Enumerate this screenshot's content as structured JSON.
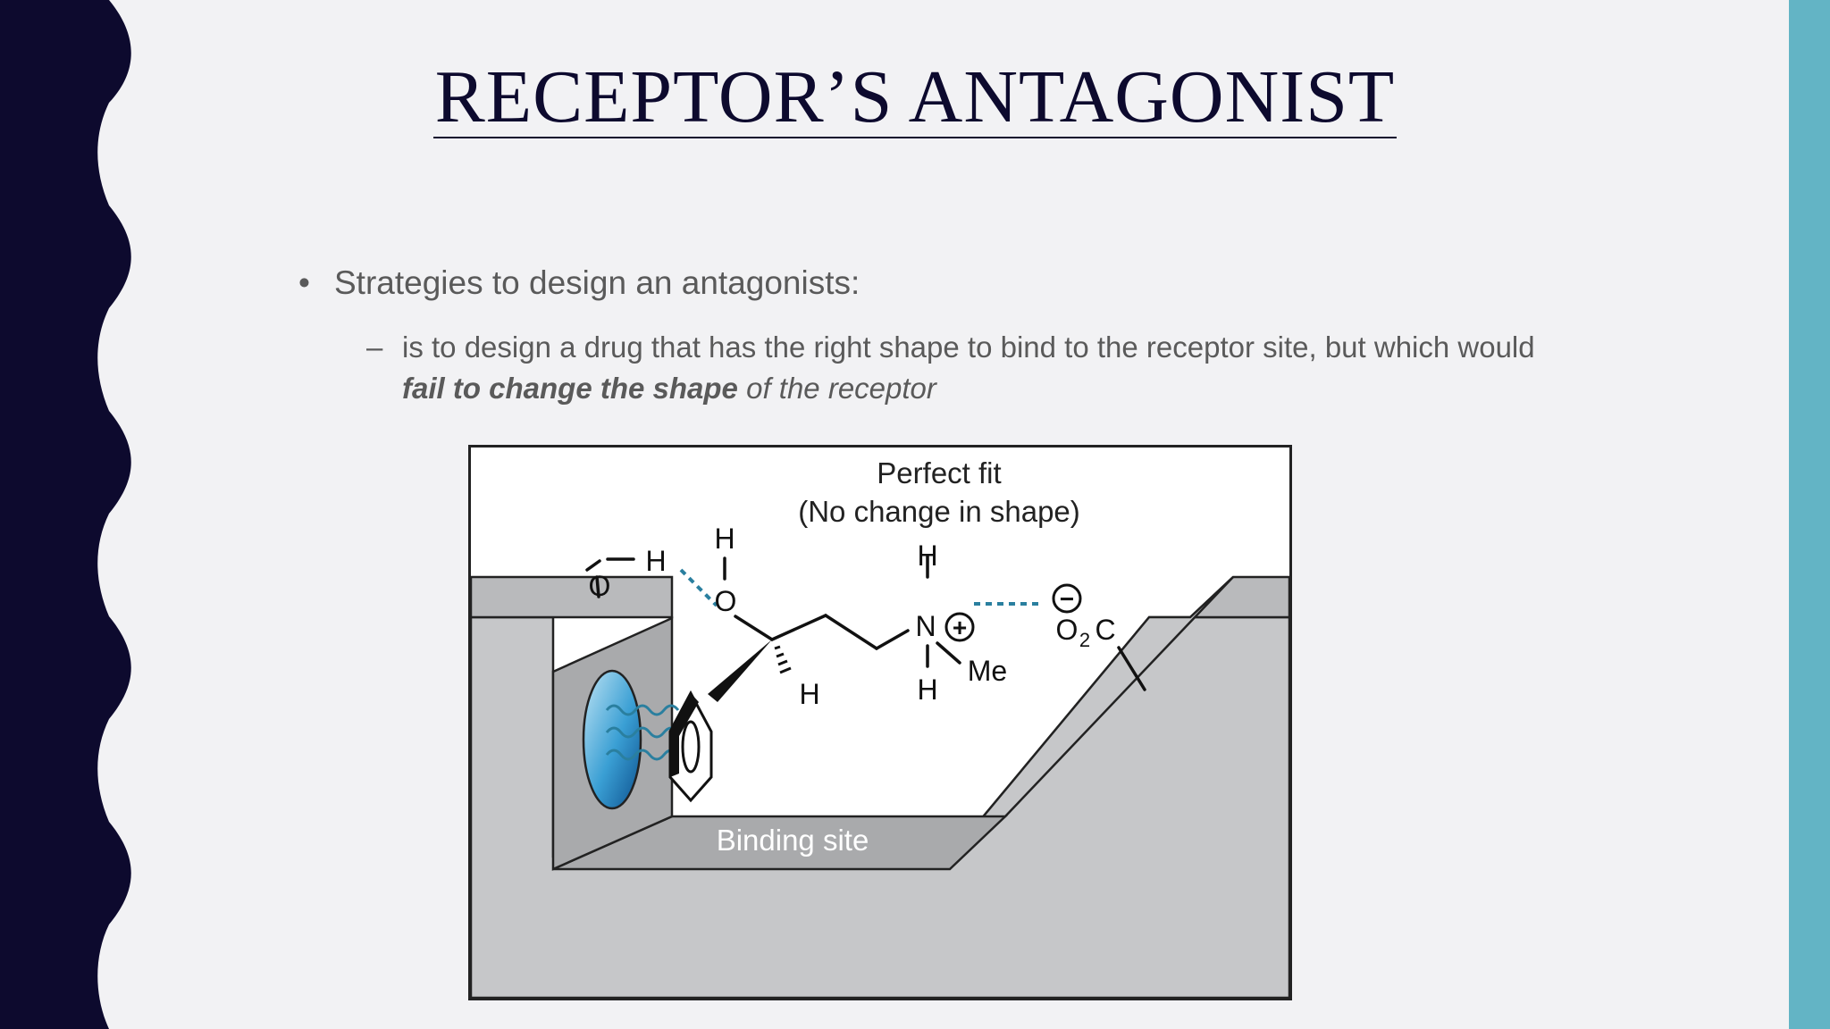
{
  "slide": {
    "title": "RECEPTOR’S ANTAGONIST",
    "bullet_1": "Strategies to design an antagonists:",
    "bullet_1_mark": "•",
    "bullet_2_mark": "–",
    "bullet_2_text": "is to design a drug that has the right shape to bind to the receptor site, but which would",
    "bullet_2_emphasis": "fail to change the shape",
    "bullet_2_tail": "of the receptor"
  },
  "diagram": {
    "caption_line_1": "Perfect fit",
    "caption_line_2": "(No change in shape)",
    "binding_site_label": "Binding site",
    "atoms": {
      "o_left": "O",
      "h_left": "H",
      "h_top_oh": "H",
      "o_center": "O",
      "h_chiral": "H",
      "h_top_n": "H",
      "n": "N",
      "plus": "+",
      "h_bottom_n": "H",
      "me": "Me",
      "minus": "−",
      "o2c_o": "O",
      "o2c_sub": "2",
      "o2c_c": "C"
    }
  },
  "colors": {
    "wave": "#0d0a2e",
    "right_bar": "#63b4c5",
    "background": "#f2f2f4",
    "hbond": "#2a7f9f",
    "pocket_gray": "#c6c7c9",
    "pocket_dark": "#a9aaac"
  }
}
